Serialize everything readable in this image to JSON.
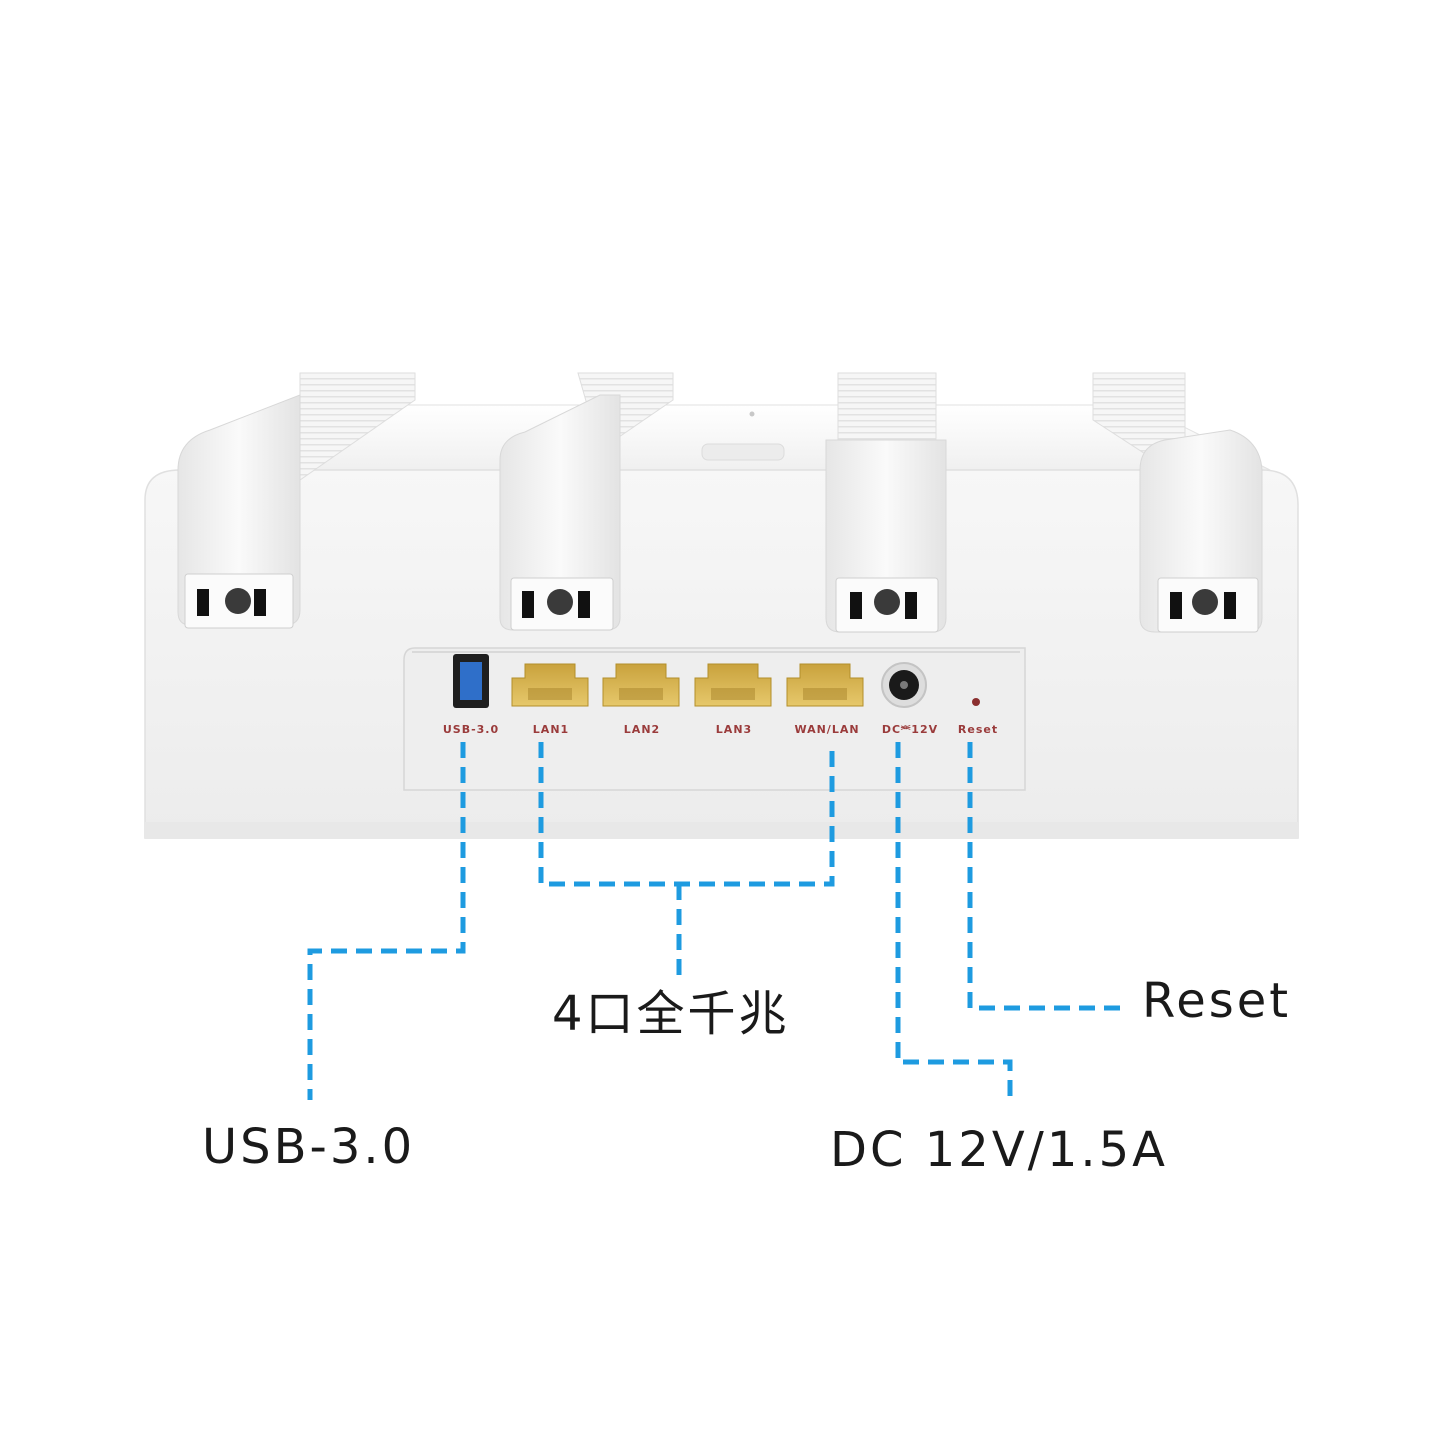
{
  "device": {
    "port_labels": {
      "usb": "USB-3.0",
      "lan1": "LAN1",
      "lan2": "LAN2",
      "lan3": "LAN3",
      "wan": "WAN/LAN",
      "dc": "DC⎃12V",
      "reset": "Reset"
    }
  },
  "callouts": {
    "usb": "USB-3.0",
    "gigabit": "4口全千兆",
    "reset": "Reset",
    "power": "DC 12V/1.5A"
  },
  "colors": {
    "leader_line": "#1e9be0",
    "port_label": "#9a3b3b",
    "callout_text": "#1a1a1a",
    "ethernet_port": "#d9b34a",
    "usb_port": "#2f6fc9"
  }
}
